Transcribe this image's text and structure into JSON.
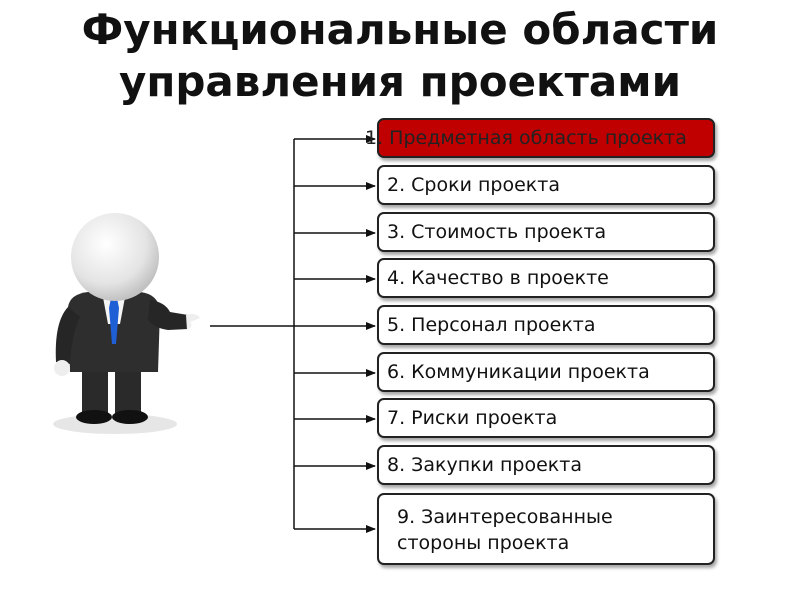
{
  "title": {
    "line1": "Функциональные области",
    "line2": "управления проектами"
  },
  "items": [
    {
      "label": "1. Предметная область проекта",
      "highlight": true
    },
    {
      "label": "2. Сроки проекта"
    },
    {
      "label": "3. Стоимость проекта"
    },
    {
      "label": "4. Качество в проекте"
    },
    {
      "label": "5. Персонал проекта"
    },
    {
      "label": "6. Коммуникации проекта"
    },
    {
      "label": "7. Риски проекта"
    },
    {
      "label": "8. Закупки проекта"
    },
    {
      "label": "9. Заинтересованные стороны проекта"
    }
  ],
  "colors": {
    "highlight": "#c00000",
    "border": "#222222",
    "tie": "#1f5fd6",
    "suit": "#2b2b2b"
  }
}
